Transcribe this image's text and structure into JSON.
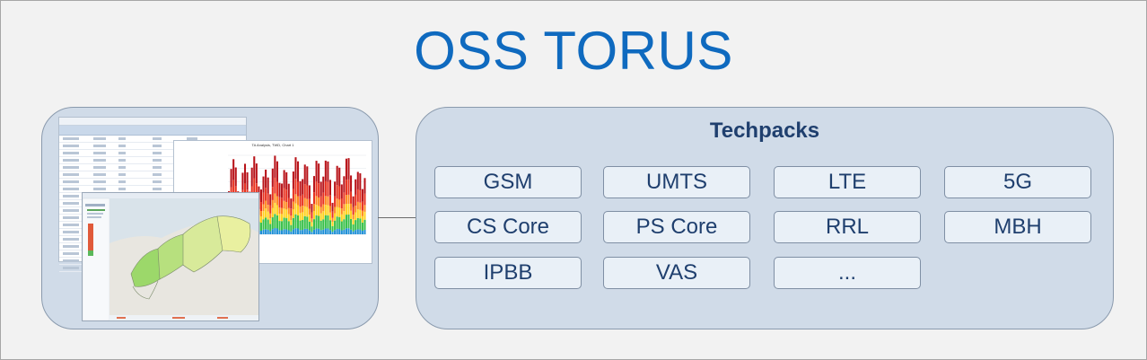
{
  "header": {
    "title": "OSS TORUS"
  },
  "techpacks": {
    "title": "Techpacks",
    "items": [
      "GSM",
      "UMTS",
      "LTE",
      "5G",
      "CS Core",
      "PS Core",
      "RRL",
      "MBH",
      "IPBB",
      "VAS",
      "..."
    ]
  },
  "screenshot": {
    "chart_title": "TA Analysis, TWD, Chart 1"
  },
  "colors": {
    "title_blue": "#0f6abf",
    "panel_fill": "#d0dbe8",
    "button_fill": "#e9f0f7",
    "text_navy": "#1f3f6e"
  }
}
